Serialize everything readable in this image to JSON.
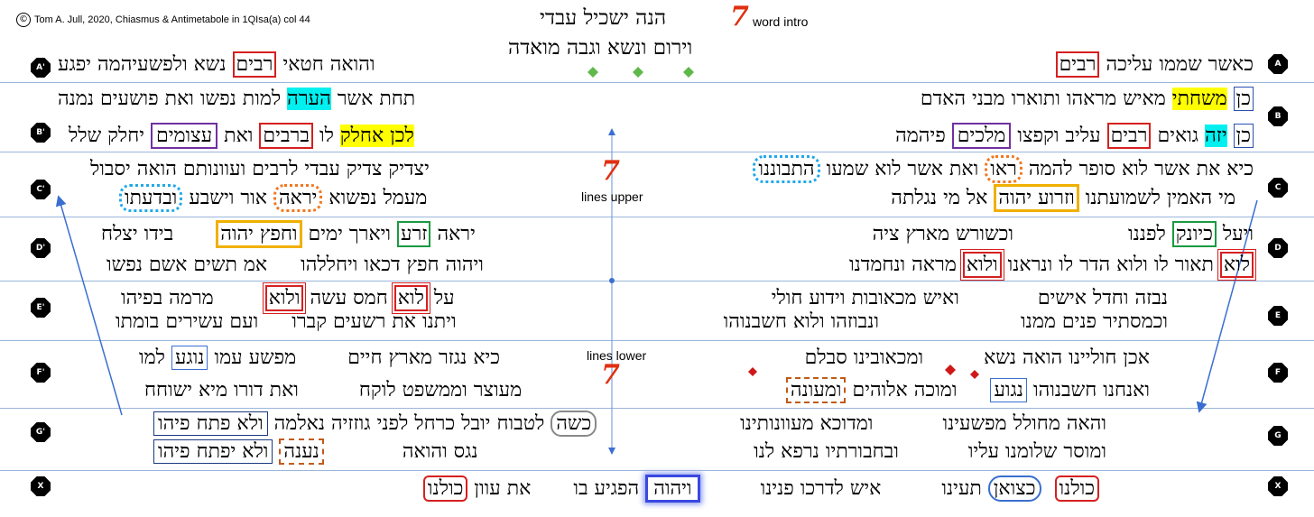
{
  "credit": "Tom A. Jull, 2020, Chiasmus & Antimetabole in 1QIsa(a) col 44",
  "title": {
    "line1": "הנה ישכיל עבדי",
    "line2": "וירום ונשא וגבה מואדה",
    "seven": "7",
    "word_intro": "word intro"
  },
  "center": {
    "seven_upper": "7",
    "lines_upper": "lines upper",
    "lines_lower": "lines lower",
    "seven_lower": "7"
  },
  "labels": {
    "A": "A",
    "A_prime": "A'",
    "B": "B",
    "B_prime": "B'",
    "C": "C",
    "C_prime": "C'",
    "D": "D",
    "D_prime": "D'",
    "E": "E",
    "E_prime": "E'",
    "F": "F",
    "F_prime": "F'",
    "G": "G",
    "G_prime": "G'",
    "X_right": "X",
    "X_left": "X"
  },
  "rowA": {
    "right_w1": "כאשר שממו עליכה",
    "right_w2": "רבים",
    "left_w1": "והואה חטאי",
    "left_w2": "רבים",
    "left_w3": "נשא ולפשעיהמה יפגע"
  },
  "rowB": {
    "r1_w1": "כן",
    "r1_w2": "משחתי",
    "r1_w3": "מאיש מראהו",
    "r1_w4": "ותוארו מבני האדם",
    "r2_w1": "כן",
    "r2_w2": "יזה",
    "r2_w3": "גואים",
    "r2_w4": "רבים",
    "r2_w5": "עליב וקפצו",
    "r2_w6": "מלכים",
    "r2_w7": "פיהמה",
    "l1_w1": "תחת אשר",
    "l1_w2": "הערה",
    "l1_w3": "למות נפשו ואת פושעים נמנה",
    "l2_w1": "לכן אחלק",
    "l2_w2": "לו",
    "l2_w3": "ברבים",
    "l2_w4": "ואת",
    "l2_w5": "עצומים",
    "l2_w6": "יחלק שלל"
  },
  "rowC": {
    "r1_w1": "כיא את אשר לוא סופר להמה",
    "r1_w2": "ראו",
    "r1_w3": "ואת אשר לוא שמעו",
    "r1_w4": "התבוננו",
    "r2_w1": "מי האמין לשמועתנו",
    "r2_w2": "וזרוע יהוה",
    "r2_w3": "אל מי נגלתה",
    "l1_w1": "יצדיק צדיק עבדי לרבים",
    "l1_w2": "ועוונותם הואה יסבול",
    "l2_w1": "מעמל נפשוא",
    "l2_w2": "יראה",
    "l2_w3": "אור",
    "l2_w4": "וישבע",
    "l2_w5": "ובדעתו"
  },
  "rowD": {
    "r1_w1": "ויעל",
    "r1_w2": "כיונק",
    "r1_w3": "לפננו",
    "r1_w4": "וכשורש מארץ ציה",
    "r2_w1": "לוא",
    "r2_w2": "תאור לו ולוא הדר לו",
    "r2_w3": "ונראנו",
    "r2_w4": "ולוא",
    "r2_w5": "מראה ונחמדנו",
    "l1_w1": "יראה",
    "l1_w2": "זרע",
    "l1_w3": "ויארך ימים",
    "l1_w4": "וחפץ יהוה",
    "l1_w5": "בידו יצלח",
    "l2_w1": "ויהוה חפץ דכאו ויחללהו",
    "l2_w2": "אמ תשים אשם נפשו"
  },
  "rowE": {
    "r1_w1": "נבזה וחדל אישים",
    "r1_w2": "ואיש מכאובות וידוע חולי",
    "r2_w1": "וכמסתיר פנים ממנו",
    "r2_w2": "ונבוזהו ולוא חשבנוהו",
    "l1_w1": "על",
    "l1_w2": "לוא",
    "l1_w3": "חמס עשה",
    "l1_w4": "ולוא",
    "l1_w5": "מרמה בפיהו",
    "l2_w1": "ויתנו את רשעים קברו",
    "l2_w2": "ועם עשירים",
    "l2_w3": "בומתו"
  },
  "rowF": {
    "r1_w1": "אכן חוליינו הואה נשא",
    "r1_w2": "ומכאובינו סבלם",
    "r2_w1": "ואנחנו חשבנוהו",
    "r2_w2": "נגוע",
    "r2_w3": "ומוכה אלוהים",
    "r2_w4": "ומעונה",
    "l1_w1": "כיא נגזר מארץ חיים",
    "l1_w2": "מפשע עמו",
    "l1_w3": "נוגע",
    "l1_w4": "למו",
    "l2_w1": "מעוצר וממשפט לוקח",
    "l2_w2": "ואת דורו מיא ישוחח"
  },
  "rowG": {
    "r1_w1": "והאה מחולל מפשעינו",
    "r1_w2": "ומדוכא מעוונותינו",
    "r2_w1": "ומוסר שלומנו עליו",
    "r2_w2": "ובחבורתיו נרפא לנו",
    "l1_w1": "כשה",
    "l1_w2": "לטבוח יובל כרחל לפני גוזזיה נאלמה",
    "l1_w3": "ולא פתח פיהו",
    "l2_w1": "נגס והואה",
    "l2_w2": "נענה",
    "l2_w3": "ולא יפתח פיהו"
  },
  "rowX": {
    "w1": "כולנו",
    "w2": "כצואן",
    "w3": "תעינו",
    "w4": "איש לדרכו פנינו",
    "w5": "ויהוה",
    "w6": "הפגיע בו",
    "w7": "את עוון",
    "w8": "כולנו"
  }
}
